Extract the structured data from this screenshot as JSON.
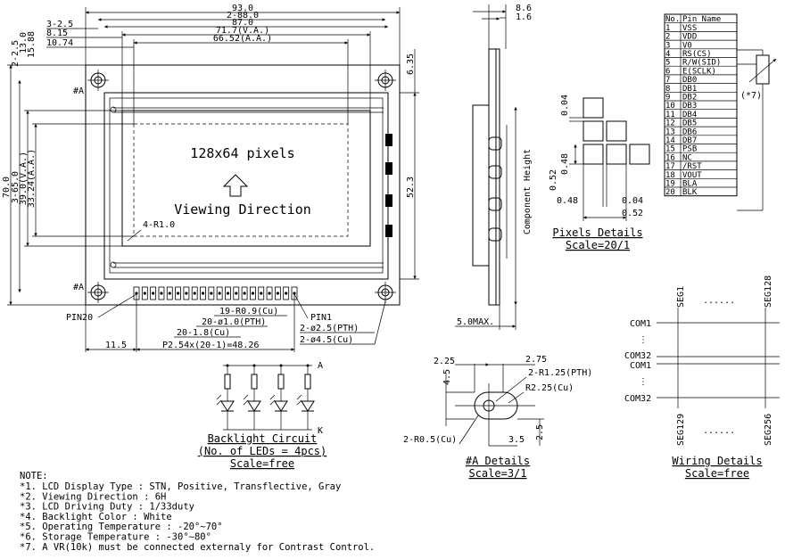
{
  "outline": {
    "dims_top": [
      "93.0",
      "2-88.0",
      "87.0",
      "71.7(V.A.)",
      "66.52(A.A.)",
      "3-2.5",
      "8.15",
      "10.74"
    ],
    "dims_left": [
      "70.0",
      "3-65.0",
      "39.0(V.A.)",
      "33.24(A.A.)",
      "2-2.5",
      "13.0",
      "15.88"
    ],
    "dims_right": [
      "6.35",
      "52.3"
    ],
    "marks": {
      "hole_a_top": "#A",
      "hole_a_bottom": "#A",
      "corner_radius": "4-R1.0"
    },
    "screen_text": {
      "pixels": "128x64 pixels",
      "viewing": "Viewing Direction"
    },
    "bottom_labels": {
      "pin20": "PIN20",
      "pin1": "PIN1",
      "r09": "19-R0.9(Cu)",
      "pth1": "20-ø1.0(PTH)",
      "cu18": "20-1.8(Cu)",
      "pth25": "2-ø2.5(PTH)",
      "hole45": "2-ø4.5(Cu)",
      "d115": "11.5",
      "pitch": "P2.54x(20-1)=48.26"
    }
  },
  "side": {
    "dims": [
      "8.6",
      "1.6",
      "5.0MAX."
    ],
    "component_height": "Component Height"
  },
  "pixel_details": {
    "title": "Pixels Details",
    "scale": "Scale=20/1",
    "dims": [
      "0.04",
      "0.52",
      "0.48",
      "0.48",
      "0.04",
      "0.52"
    ]
  },
  "pin_table": {
    "headers": [
      "No.",
      "Pin Name"
    ],
    "rows": [
      [
        "1",
        "VSS"
      ],
      [
        "2",
        "VDD"
      ],
      [
        "3",
        "V0"
      ],
      [
        "4",
        "RS(CS)"
      ],
      [
        "5",
        "R/W(SID)"
      ],
      [
        "6",
        "E(SCLK)"
      ],
      [
        "7",
        "DB0"
      ],
      [
        "8",
        "DB1"
      ],
      [
        "9",
        "DB2"
      ],
      [
        "10",
        "DB3"
      ],
      [
        "11",
        "DB4"
      ],
      [
        "12",
        "DB5"
      ],
      [
        "13",
        "DB6"
      ],
      [
        "14",
        "DB7"
      ],
      [
        "15",
        "PSB"
      ],
      [
        "16",
        "NC"
      ],
      [
        "17",
        "/RST"
      ],
      [
        "18",
        "VOUT"
      ],
      [
        "19",
        "BLA"
      ],
      [
        "20",
        "BLK"
      ]
    ],
    "pot_label": "(*7)"
  },
  "backlight": {
    "anode": "A",
    "cathode": "K",
    "title": "Backlight Circuit",
    "subtitle": "(No. of LEDs = 4pcs)",
    "scale": "Scale=free"
  },
  "a_details": {
    "dims": [
      "2.25",
      "2.75",
      "4.5",
      "2-R1.25(PTH)",
      "R2.25(Cu)",
      "2-R0.5(Cu)",
      "3.5",
      "2.5"
    ],
    "title": "#A Details",
    "scale": "Scale=3/1"
  },
  "wiring": {
    "seg_top_left": "SEG1",
    "seg_top_right": "SEG128",
    "seg_bot_left": "SEG129",
    "seg_bot_right": "SEG256",
    "com_labels": [
      "COM1",
      "COM32",
      "COM1",
      "COM32"
    ],
    "title": "Wiring Details",
    "scale": "Scale=free"
  },
  "notes": {
    "heading": "NOTE:",
    "items": [
      "*1. LCD Display Type : STN, Positive, Transflective, Gray",
      "*2. Viewing Direction : 6H",
      "*3. LCD Driving Duty : 1/33duty",
      "*4. Backlight Color : White",
      "*5. Operating Temperature : -20°~70°",
      "*6. Storage Temperature : -30°~80°",
      "*7. A VR(10k) must be connected externaly for Contrast Control."
    ]
  }
}
